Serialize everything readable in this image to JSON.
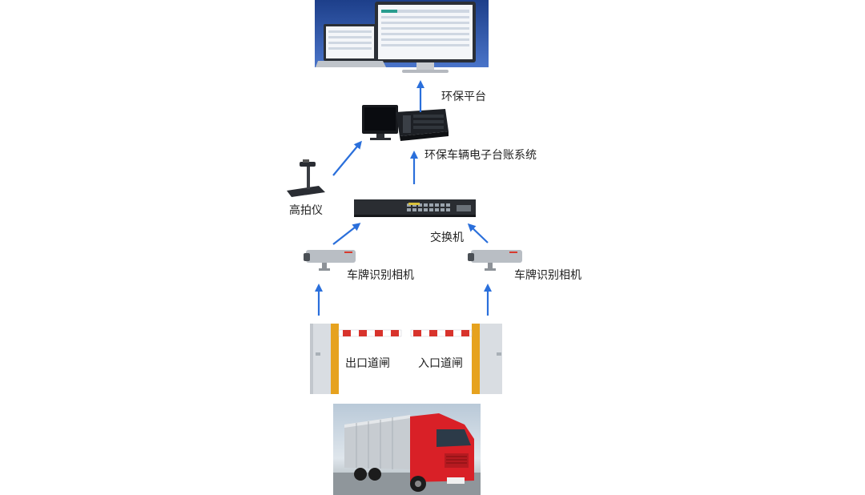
{
  "labels": {
    "platform": "环保平台",
    "ledger_system": "环保车辆电子台账系统",
    "document_camera": "高拍仪",
    "switch": "交换机",
    "plate_camera_left": "车牌识别相机",
    "plate_camera_right": "车牌识别相机",
    "exit_barrier": "出口道闸",
    "entry_barrier": "入口道闸"
  },
  "colors": {
    "arrow": "#2a6fdb",
    "barrier_body": "#d9dde2",
    "barrier_stripe_red": "#d8332c",
    "barrier_base": "#e6a21e",
    "truck_red": "#d92027"
  },
  "icons": {
    "platform": "desktop-laptop-dashboard-icon",
    "server": "workstation-server-icon",
    "document_camera": "document-camera-icon",
    "switch": "network-switch-icon",
    "camera": "lpr-camera-icon",
    "barrier": "barrier-gate-icon",
    "truck": "truck-photo-icon"
  }
}
